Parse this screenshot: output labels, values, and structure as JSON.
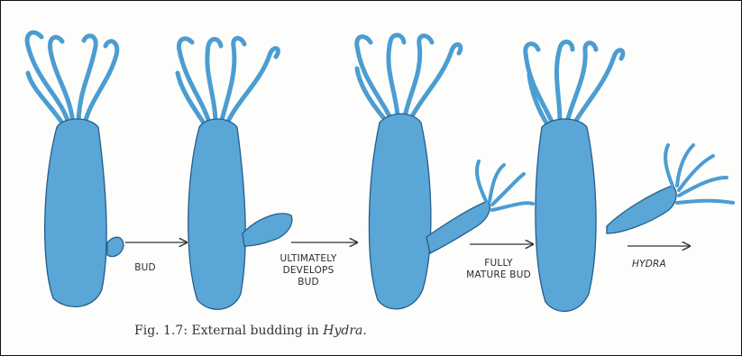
{
  "labels": {
    "bud": "BUD",
    "ultimately_line1": "ULTIMATELY",
    "ultimately_line2": "DEVELOPS",
    "ultimately_line3": "BUD",
    "fully_line1": "FULLY",
    "fully_line2": "MATURE BUD",
    "hydra": "HYDRA"
  },
  "caption": {
    "prefix": "Fig. 1.7: External budding in ",
    "italic": "Hydra."
  },
  "colors": {
    "body": "#5aa6d6",
    "body_dark": "#2f7fb8",
    "tentacle": "#4b9dd2",
    "outline": "#245e8c"
  }
}
